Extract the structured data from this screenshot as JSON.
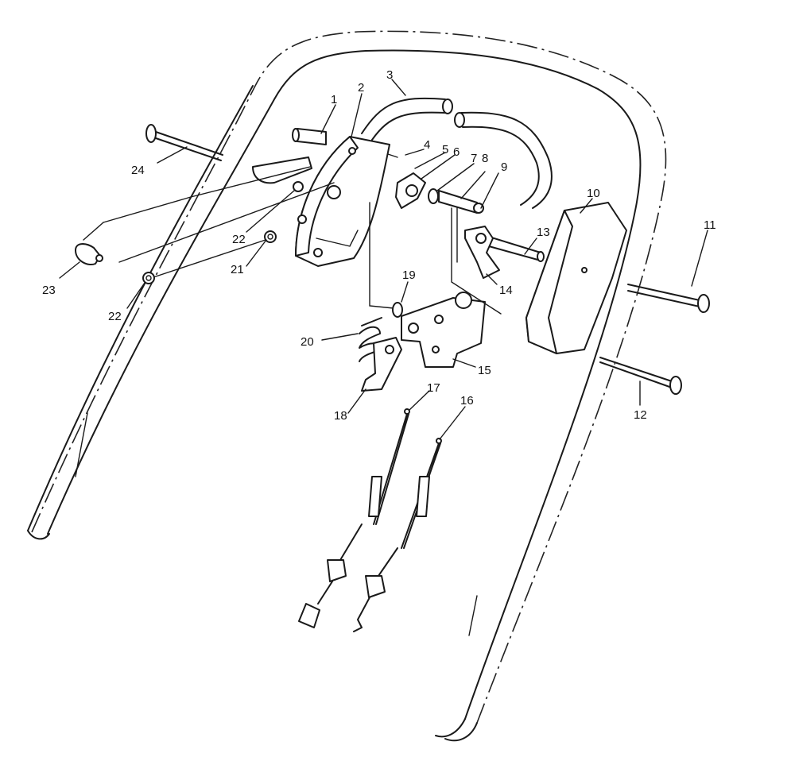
{
  "diagram": {
    "callouts": [
      "1",
      "2",
      "3",
      "4",
      "5",
      "6",
      "7",
      "8",
      "9",
      "10",
      "11",
      "12",
      "13",
      "14",
      "15",
      "16",
      "17",
      "18",
      "19",
      "20",
      "21",
      "22",
      "22",
      "23",
      "24"
    ]
  }
}
